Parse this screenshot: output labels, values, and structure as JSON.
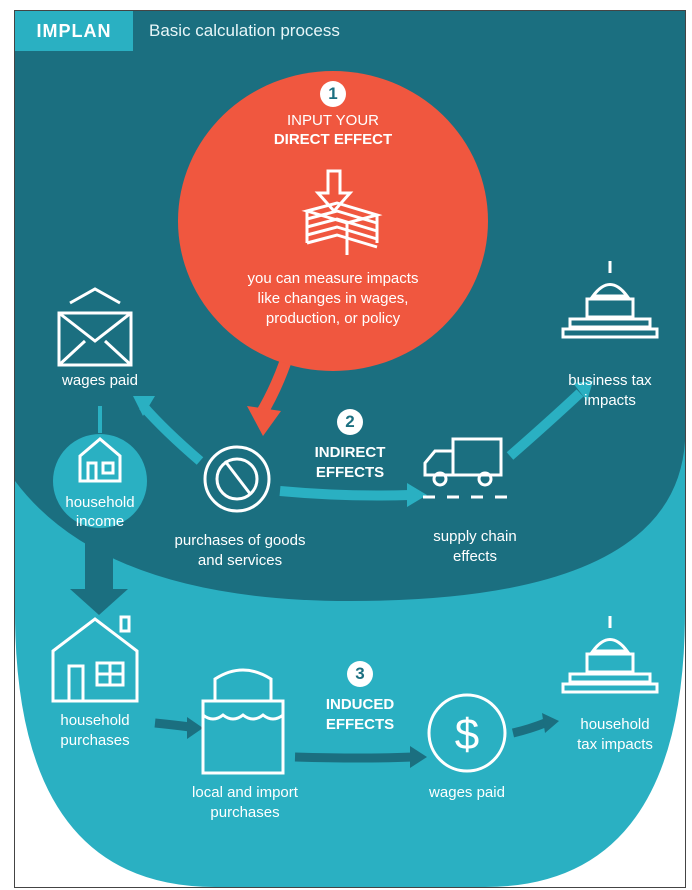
{
  "header": {
    "brand": "IMPLAN",
    "subtitle": "Basic calculation process"
  },
  "step1": {
    "number": "1",
    "heading_line1": "INPUT YOUR",
    "heading_line2": "DIRECT EFFECT",
    "description_line1": "you can measure impacts",
    "description_line2": "like changes in wages,",
    "description_line3": "production, or policy"
  },
  "step2": {
    "number": "2",
    "heading_line1": "INDIRECT",
    "heading_line2": "EFFECTS"
  },
  "step3": {
    "number": "3",
    "heading_line1": "INDUCED",
    "heading_line2": "EFFECTS"
  },
  "nodes": {
    "wages_paid_top": "wages paid",
    "household_income_line1": "household",
    "household_income_line2": "income",
    "purchases_line1": "purchases of goods",
    "purchases_line2": "and services",
    "supply_chain_line1": "supply chain",
    "supply_chain_line2": "effects",
    "business_tax_line1": "business tax",
    "business_tax_line2": "impacts",
    "household_purchases_line1": "household",
    "household_purchases_line2": "purchases",
    "local_import_line1": "local and import",
    "local_import_line2": "purchases",
    "wages_paid_bottom": "wages paid",
    "household_tax_line1": "household",
    "household_tax_line2": "tax impacts"
  },
  "colors": {
    "dark_teal": "#1b6f80",
    "light_teal": "#2ab0c2",
    "coral": "#f0573f",
    "white": "#ffffff"
  },
  "icons": [
    "envelope-icon",
    "house-icon",
    "gear-wrench-icon",
    "truck-icon",
    "capitol-icon",
    "money-stack-icon",
    "shopping-bag-icon",
    "dollar-icon"
  ]
}
